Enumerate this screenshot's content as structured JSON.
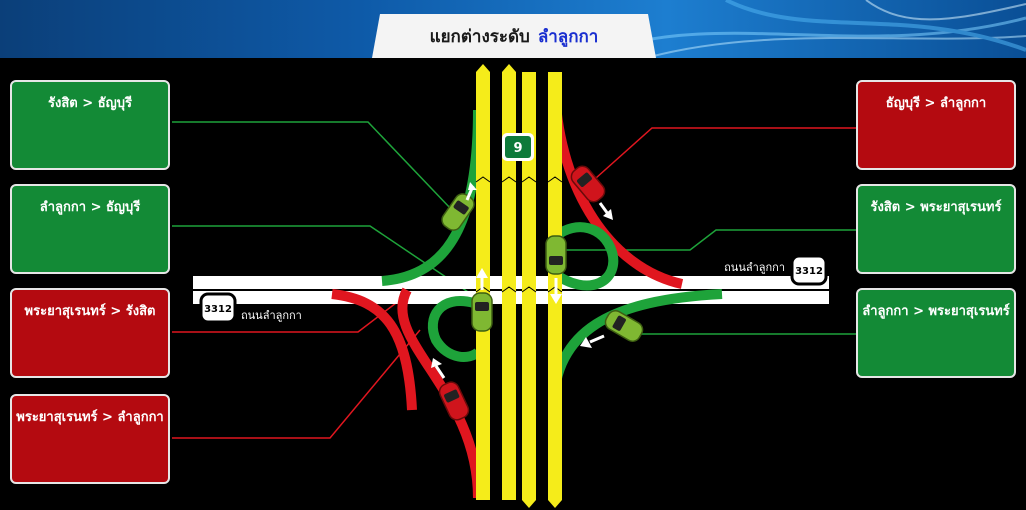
{
  "header": {
    "title_prefix": "แยกต่างระดับ",
    "title_place": "ลำลูกกา"
  },
  "colors": {
    "clear": "#1ea33a",
    "congested": "#e0161f",
    "highway": "#f5ec1a",
    "panel_green": "#138a36",
    "panel_red": "#b40a10"
  },
  "panels": {
    "left": [
      {
        "label": "รังสิต > ธัญบุรี",
        "status": "clear"
      },
      {
        "label": "ลำลูกกา > ธัญบุรี",
        "status": "clear"
      },
      {
        "label": "พระยาสุเรนทร์ > รังสิต",
        "status": "congested"
      },
      {
        "label": "พระยาสุเรนทร์ > ลำลูกกา",
        "status": "congested"
      }
    ],
    "right": [
      {
        "label": "ธัญบุรี > ลำลูกกา",
        "status": "congested"
      },
      {
        "label": "รังสิต > พระยาสุเรนทร์",
        "status": "clear"
      },
      {
        "label": "ลำลูกกา > พระยาสุเรนทร์",
        "status": "clear"
      }
    ]
  },
  "map": {
    "highway_number": "9",
    "road_number": "3312",
    "road_name": "ถนนลำลูกกา",
    "icons": [
      "car-icon",
      "direction-arrow-icon",
      "highway-shield-icon",
      "route-sign-icon"
    ]
  }
}
